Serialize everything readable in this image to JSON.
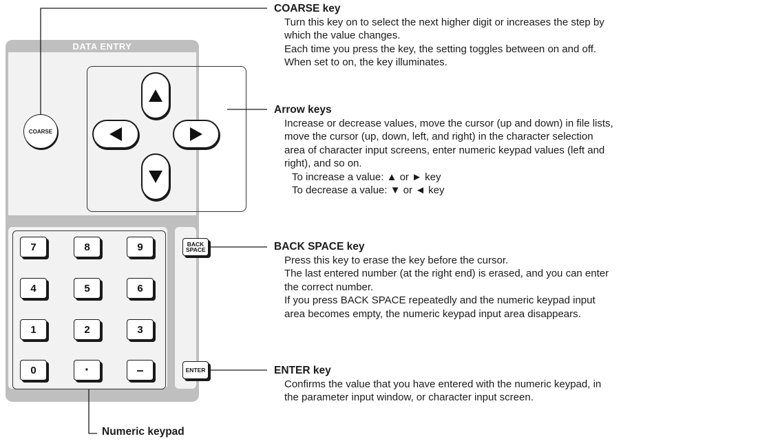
{
  "panel": {
    "title": "DATA ENTRY",
    "coarse_label": "COARSE",
    "backspace_label": "BACK SPACE",
    "enter_label": "ENTER",
    "keypad_keys": [
      "7",
      "8",
      "9",
      "4",
      "5",
      "6",
      "1",
      "2",
      "3",
      "0",
      "·",
      "–"
    ],
    "arrow_icons": [
      "up-arrow-icon",
      "left-arrow-icon",
      "right-arrow-icon",
      "down-arrow-icon"
    ]
  },
  "callouts": {
    "coarse": {
      "title": "COARSE key",
      "lines": [
        "Turn this key on to select the next higher digit or increases the step by",
        "which the value changes.",
        "Each time you press the key, the setting toggles between on and off.",
        "When set to on, the key illuminates."
      ]
    },
    "arrow": {
      "title": "Arrow keys",
      "lines": [
        "Increase or decrease values, move the cursor (up and down) in file lists,",
        "move the cursor (up, down, left, and right) in the character selection",
        "area of character input screens, enter numeric keypad values (left and",
        "right), and so on."
      ],
      "sublines": [
        "To increase a value:  ▲ or ► key",
        "To decrease a value: ▼ or ◄ key"
      ]
    },
    "backspace": {
      "title": "BACK SPACE key",
      "lines": [
        "Press this key to erase the key before the cursor.",
        "The last entered number (at the right end) is erased, and you can enter",
        "the correct number.",
        "If you press BACK SPACE repeatedly and the numeric keypad input",
        "area becomes empty, the numeric keypad input area disappears."
      ]
    },
    "enter": {
      "title": "ENTER key",
      "lines": [
        "Confirms the value that you have entered with the numeric keypad, in",
        "the parameter input window, or character input screen."
      ]
    },
    "keypad": {
      "title": "Numeric keypad"
    }
  }
}
